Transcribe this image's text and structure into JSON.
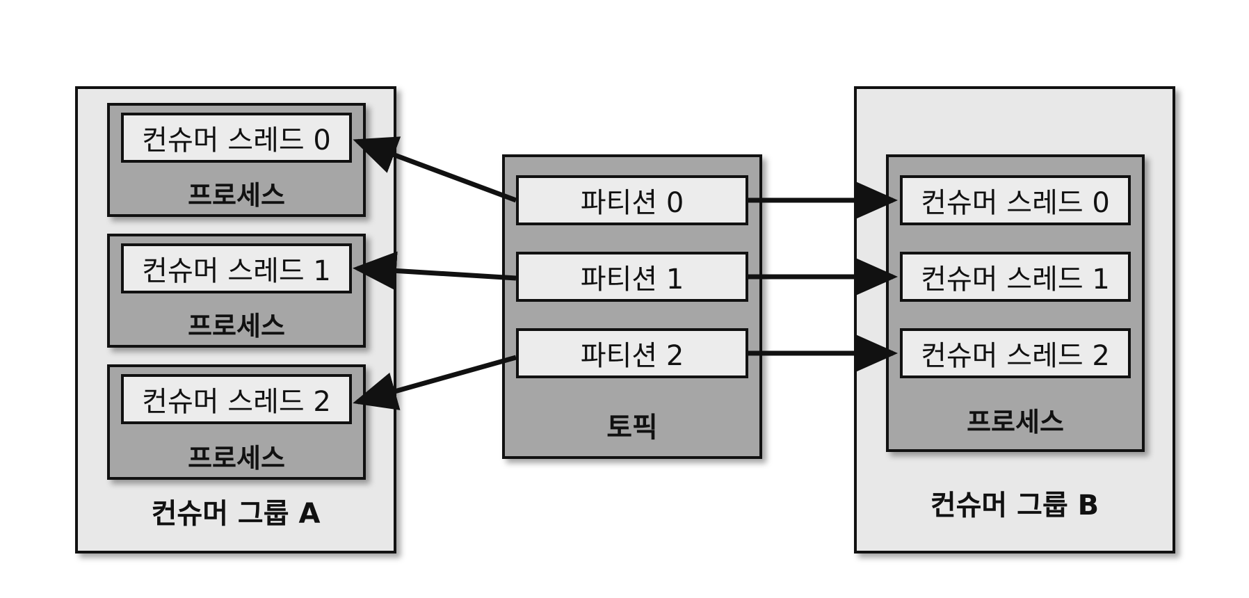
{
  "group_a": {
    "label": "컨슈머 그룹 A",
    "processes": [
      {
        "thread": "컨슈머 스레드 0",
        "process": "프로세스"
      },
      {
        "thread": "컨슈머 스레드 1",
        "process": "프로세스"
      },
      {
        "thread": "컨슈머 스레드 2",
        "process": "프로세스"
      }
    ]
  },
  "topic": {
    "label": "토픽",
    "partitions": [
      "파티션 0",
      "파티션 1",
      "파티션 2"
    ]
  },
  "group_b": {
    "label": "컨슈머 그룹 B",
    "process": "프로세스",
    "threads": [
      "컨슈머 스레드 0",
      "컨슈머 스레드 1",
      "컨슈머 스레드 2"
    ]
  },
  "colors": {
    "group_fill": "#e8e8e8",
    "process_fill": "#a6a6a6",
    "item_fill": "#ececec",
    "stroke": "#111111"
  }
}
